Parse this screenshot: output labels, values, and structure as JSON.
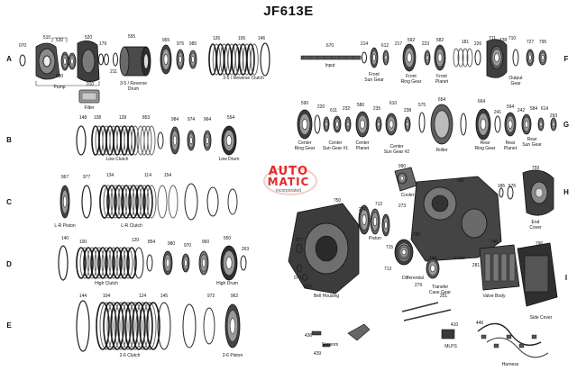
{
  "title": "JF613E",
  "logo": {
    "line1": "AUTO",
    "line2": "MATIC",
    "line3": "incorporated",
    "brand_color": "#e12a2a"
  },
  "rows": {
    "A": "A",
    "B": "B",
    "C": "C",
    "D": "D",
    "E": "E",
    "F": "F",
    "G": "G",
    "H": "H",
    "I": "I"
  },
  "labels": {
    "pump": "Pump",
    "filter": "Filter",
    "rev_drum": "3-5 / Reverse\nDrum",
    "rev_clutch": "3-5 / Reverse Clutch",
    "input": "Input",
    "front_sun": "Front\nSun Gear",
    "front_ring": "Front\nRing Gear",
    "front_planet": "Front\nPlanet",
    "output_gear": "Output\nGear",
    "low_clutch": "Low Clutch",
    "low_drum": "Low Drum",
    "center_ring": "Center\nRing Gear",
    "center_sun1": "Center\nSun Gear #1",
    "center_planet": "Center\nPlanet",
    "center_sun2": "Center\nSun Gear #2",
    "roller": "Roller",
    "rear_ring": "Rear\nRing Gear",
    "rear_planet": "Rear\nPlanet",
    "rear_sun": "Rear\nSun Gear",
    "lr_piston": "L-R Piston",
    "lr_clutch": "L-R Clutch",
    "high_clutch": "High Clutch",
    "high_drum": "High Drum",
    "clutch26": "2-6 Clutch",
    "piston26": "2-6 Piston",
    "cooler": "Cooler",
    "piston": "Piston",
    "differential": "Differential",
    "transfer": "Transfer\nCase Gear",
    "case": "Case",
    "end_cover": "End\nCover",
    "bell": "Bell Housing",
    "valve_body": "Valve Body",
    "side_cover": "Side Cover",
    "sensors": "Sensors",
    "mlps": "MLPS",
    "harness": "Harness"
  },
  "parts": {
    "p070": "070",
    "p510": "510",
    "p530": "530",
    "p520": "520",
    "p179": "179",
    "p500": "500",
    "p010": "010",
    "p211": "211",
    "p555": "555",
    "p965": "965",
    "p975": "975",
    "p985": "985",
    "p126a": "126",
    "p106": "106",
    "p146": "146",
    "p670": "670",
    "p214": "214",
    "p612": "612",
    "p217": "217",
    "p592": "592",
    "p223": "223",
    "p582": "582",
    "p181": "181",
    "p226": "226",
    "p711": "711",
    "p438": "438",
    "p710": "710",
    "p727": "727",
    "p795": "795",
    "p148": "148",
    "p108": "108",
    "p128": "128",
    "p853": "853",
    "p984": "984",
    "p974": "974",
    "p964": "964",
    "p554": "554",
    "p590": "590",
    "p220": "220",
    "p611": "611",
    "p232": "232",
    "p580": "580",
    "p235": "235",
    "p610": "610",
    "p238": "238",
    "p575": "575",
    "p654": "654",
    "p664": "664",
    "p241": "241",
    "p594": "594",
    "p242": "242",
    "p584": "584",
    "p614": "614",
    "p293": "293",
    "p967": "967",
    "p977": "977",
    "p134": "134",
    "p114": "114",
    "p154": "154",
    "p990": "990",
    "p760": "760",
    "p185": "185",
    "p576": "576",
    "p759": "759",
    "p750": "750",
    "p271": "271",
    "p712": "712",
    "p273": "273",
    "p077": "077",
    "p281": "281",
    "p715": "715",
    "p289": "289",
    "p072": "072",
    "p140": "140",
    "p100": "100",
    "p120": "120",
    "p854": "854",
    "p980": "980",
    "p970": "970",
    "p960": "960",
    "p550": "550",
    "p263": "263",
    "p713": "713",
    "p714": "714",
    "p279": "279",
    "p740": "740",
    "p796": "796",
    "p251": "251",
    "p144": "144",
    "p104": "104",
    "p124": "124",
    "p145": "145",
    "p972": "972",
    "p962": "962",
    "p436": "436",
    "p439": "439",
    "p410": "410",
    "p446": "446"
  }
}
